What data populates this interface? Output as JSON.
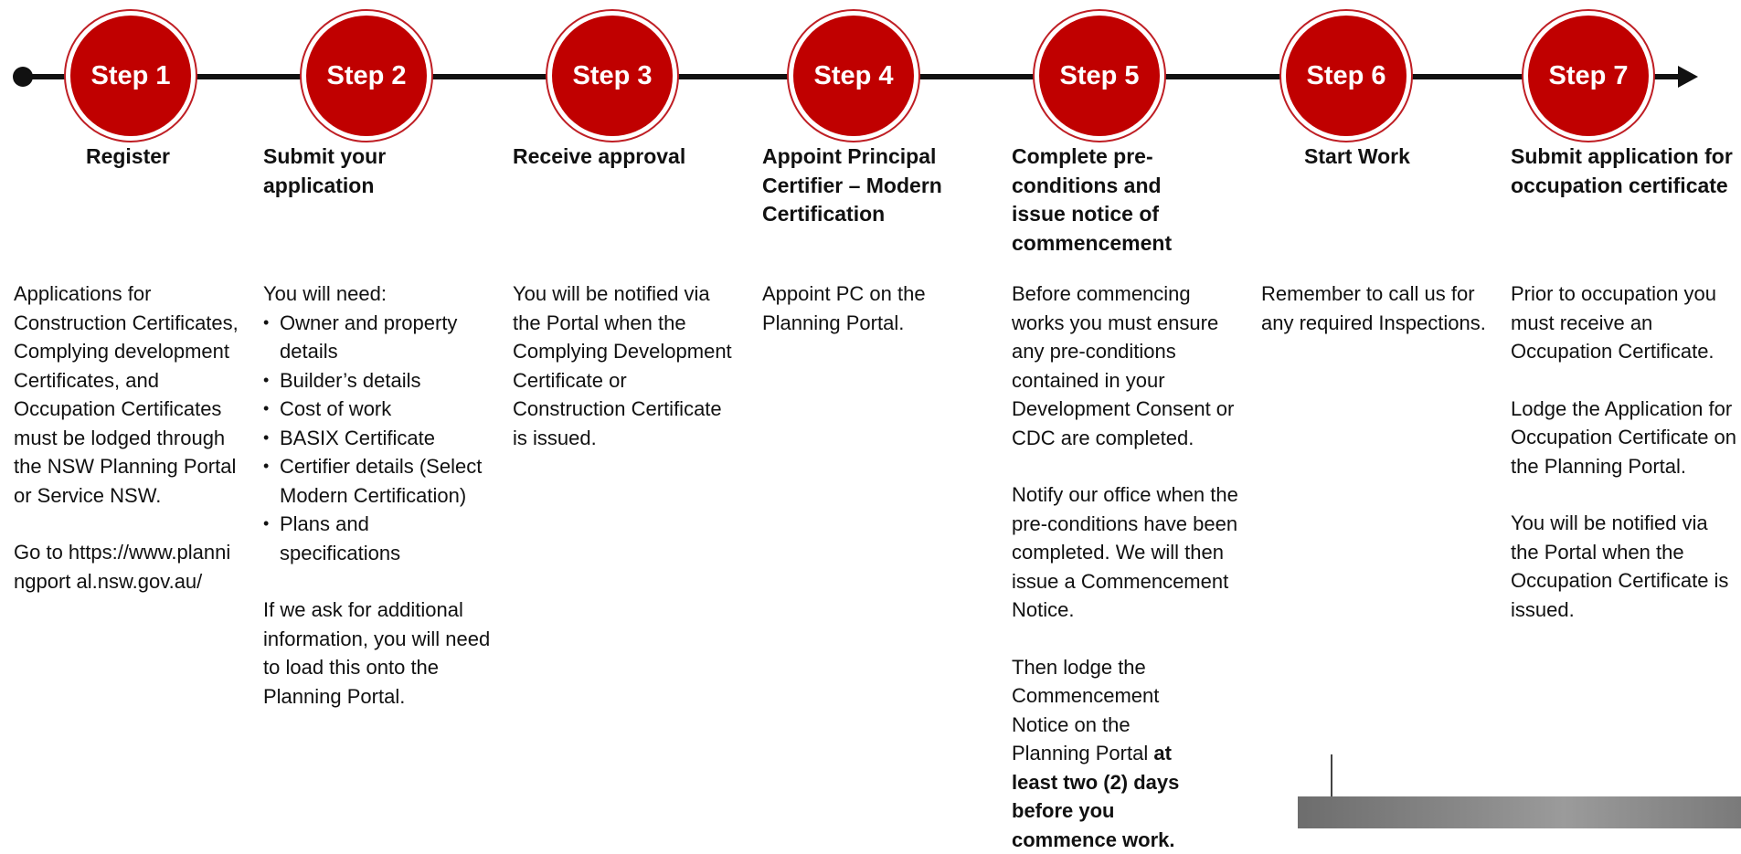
{
  "steps": [
    {
      "label": "Step 1",
      "heading": "Register",
      "paragraphs": [
        "Applications for Construction Certificates, Complying development Certificates, and Occupation Certificates must be lodged through the NSW Planning Portal or Service NSW.",
        "Go to https://www.planningport al.nsw.gov.au/"
      ]
    },
    {
      "label": "Step 2",
      "heading": "Submit your application",
      "intro": "You will need:",
      "bullets": [
        "Owner and property details",
        "Builder’s details",
        "Cost of work",
        "BASIX Certificate",
        "Certifier details (Select Modern Certification)",
        "Plans and specifications"
      ],
      "outro": "If we ask for additional information, you will need to load this onto the Planning Portal."
    },
    {
      "label": "Step 3",
      "heading": "Receive approval",
      "paragraphs": [
        "You will be notified via the Portal when the Complying Development Certificate or Construction Certificate is issued."
      ]
    },
    {
      "label": "Step 4",
      "heading": "Appoint Principal Certifier – Modern Certification",
      "paragraphs": [
        "Appoint PC on the Planning Portal."
      ]
    },
    {
      "label": "Step 5",
      "heading": "Complete pre-conditions and issue notice of commencement",
      "paragraphs": [
        "Before commencing works you must ensure any pre-conditions contained in your Development Consent or CDC are completed.",
        "Notify our office when the pre-conditions have been completed. We will then issue a Commencement Notice."
      ],
      "final_text": "Then lodge the Commencement Notice on the Planning Portal",
      "final_bold": "at least two (2) days before you commence work."
    },
    {
      "label": "Step 6",
      "heading": "Start Work",
      "paragraphs": [
        "Remember to call us for any required Inspections."
      ]
    },
    {
      "label": "Step 7",
      "heading": "Submit application for occupation certificate",
      "paragraphs": [
        "Prior to occupation you must receive an Occupation Certificate.",
        "Lodge the Application for Occupation Certificate on the Planning Portal.",
        "You will be notified via the Portal when the Occupation Certificate is issued."
      ]
    }
  ],
  "colors": {
    "accent": "#c00000",
    "ring": "#bf1e24",
    "line": "#111111"
  }
}
